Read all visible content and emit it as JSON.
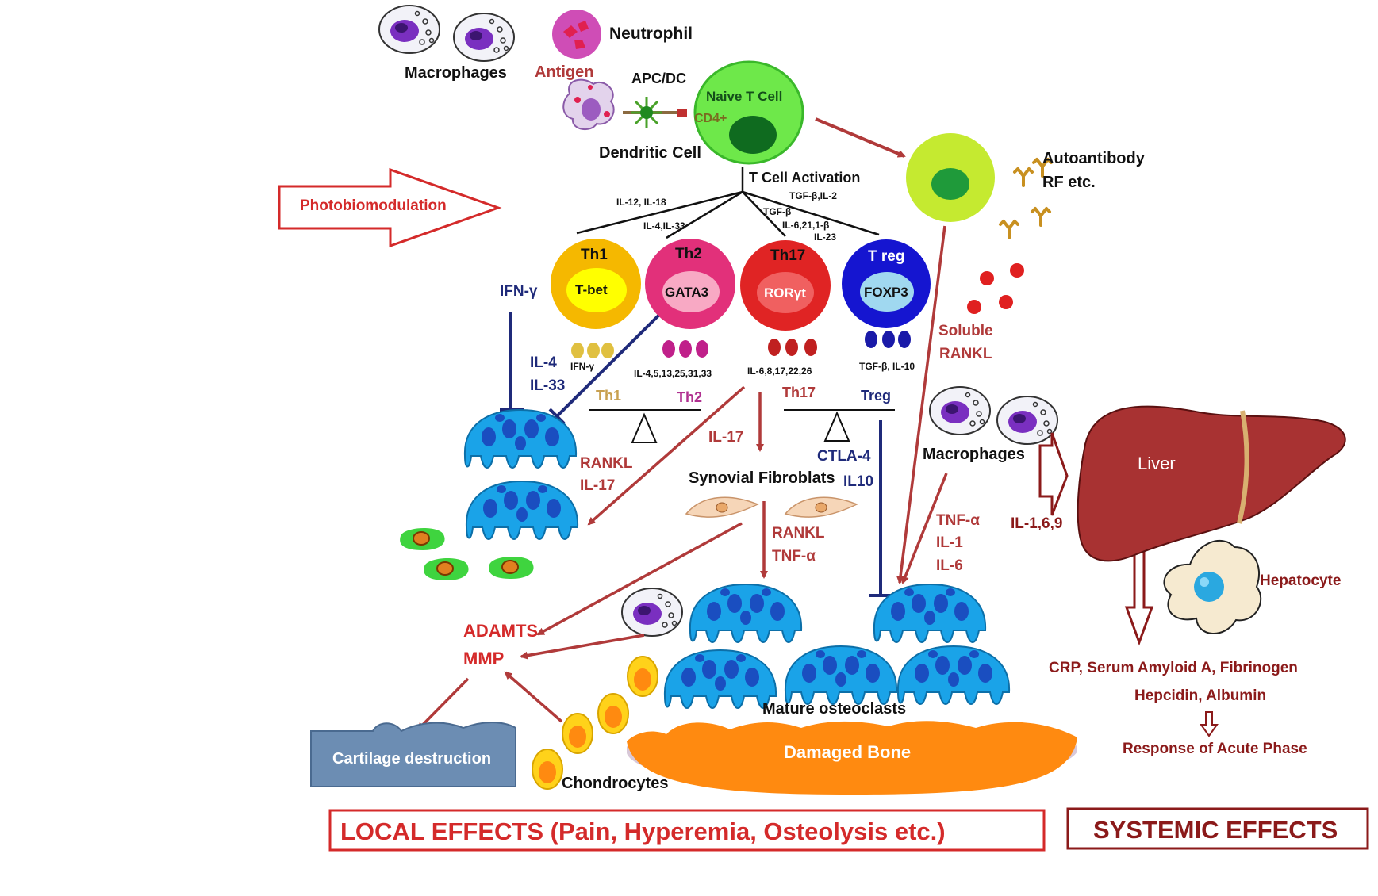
{
  "top": {
    "macrophages": "Macrophages",
    "neutrophil": "Neutrophil",
    "antigen": "Antigen",
    "apc": "APC/DC",
    "dendritic": "Dendritic Cell",
    "naive": "Naive T Cell",
    "cd4": "CD4+",
    "activation": "T Cell Activation",
    "autoantibody": "Autoantibody",
    "rf": "RF etc."
  },
  "pbm": "Photobiomodulation",
  "cytokines_top": {
    "th1": "IL-12, IL-18",
    "th2": "IL-4,IL-33",
    "th17a": "TGF-β",
    "th17b": "IL-6,21,1-β",
    "th17c": "IL-23",
    "treg": "TGF-β,IL-2"
  },
  "cells": [
    {
      "name": "Th1",
      "factor": "T-bet"
    },
    {
      "name": "Th2",
      "factor": "GATA3"
    },
    {
      "name": "Th17",
      "factor": "RORγt"
    },
    {
      "name": "T reg",
      "factor": "FOXP3"
    }
  ],
  "secretions": {
    "th1": "IFN-γ",
    "th2": "IL-4,5,13,25,31,33",
    "th17": "IL-6,8,17,22,26",
    "treg": "TGF-β, IL-10"
  },
  "balance": {
    "left_a": "Th1",
    "left_b": "Th2",
    "right_a": "Th17",
    "right_b": "Treg"
  },
  "labels": {
    "ifng": "IFN-γ",
    "il4": "IL-4",
    "il33": "IL-33",
    "rankl_il17_a": "RANKL",
    "rankl_il17_b": "IL-17",
    "il17": "IL-17",
    "synovial": "Synovial Fibroblats",
    "rankl_tnf_a": "RANKL",
    "rankl_tnf_b": "TNF-α",
    "ctla4": "CTLA-4",
    "il10": "IL10",
    "soluble": "Soluble",
    "rankl": "RANKL",
    "macrophages2": "Macrophages",
    "tnf": "TNF-α",
    "il1": "IL-1",
    "il6": "IL-6",
    "il169": "IL-1,6,9",
    "liver": "Liver",
    "hepatocyte": "Hepatocyte",
    "adamts": "ADAMTS",
    "mmp": "MMP",
    "cartilage": "Cartilage destruction",
    "chondrocytes": "Chondrocytes",
    "mature": "Mature osteoclasts",
    "damaged": "Damaged Bone",
    "crp": "CRP, Serum Amyloid A, Fibrinogen",
    "hepcidin": "Hepcidin, Albumin",
    "acute": "Response of Acute Phase"
  },
  "effects": {
    "local": "LOCAL EFFECTS (Pain, Hyperemia, Osteolysis etc.)",
    "systemic": "SYSTEMIC EFFECTS"
  },
  "colors": {
    "arrow_red": "#b03a3a",
    "navy": "#1f2a7a",
    "osteoclast": "#1aa3e8",
    "th1": "#f5b800",
    "th2": "#e2307a",
    "th17": "#e02424",
    "treg": "#1515d0",
    "liver": "#a83232",
    "bone": "#ff8a10",
    "cartilage": "#6c8db3"
  },
  "icons": [
    "macrophage-icon",
    "neutrophil-icon",
    "dendritic-cell-icon",
    "antibody-icon",
    "osteoclast-icon",
    "fibroblast-icon",
    "chondrocyte-icon",
    "liver-icon",
    "hepatocyte-icon",
    "balance-scale-icon",
    "hollow-arrow-icon"
  ]
}
